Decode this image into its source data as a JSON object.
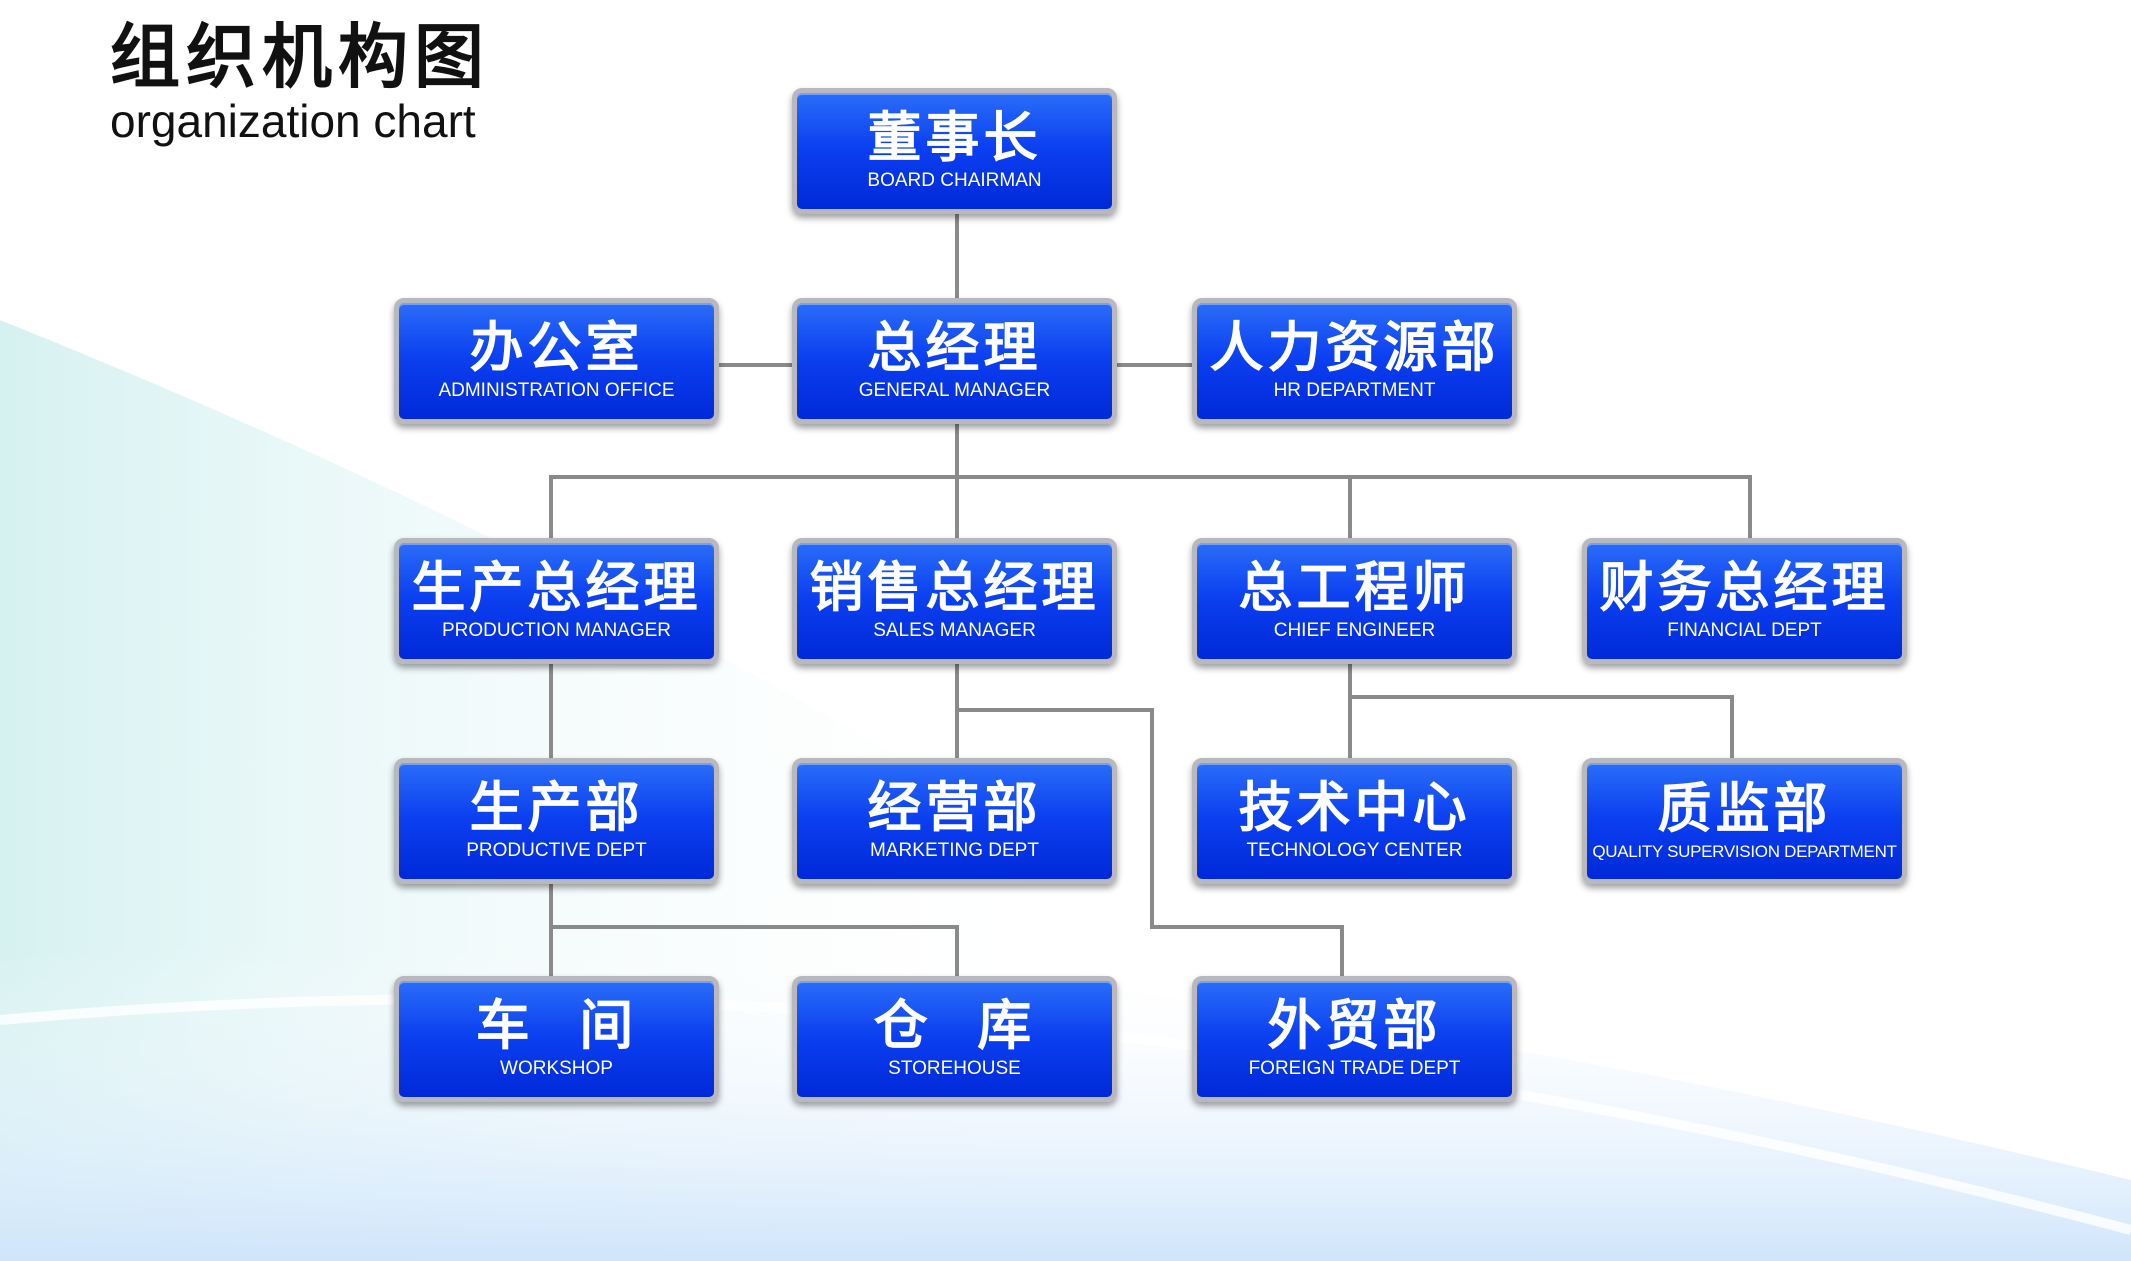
{
  "title": {
    "cn": "组织机构图",
    "en": "organization chart"
  },
  "nodes": {
    "board_chairman": {
      "cn": "董事长",
      "en": "BOARD CHAIRMAN"
    },
    "admin_office": {
      "cn": "办公室",
      "en": "ADMINISTRATION OFFICE"
    },
    "general_manager": {
      "cn": "总经理",
      "en": "GENERAL MANAGER"
    },
    "hr_department": {
      "cn": "人力资源部",
      "en": "HR DEPARTMENT"
    },
    "production_manager": {
      "cn": "生产总经理",
      "en": "PRODUCTION  MANAGER"
    },
    "sales_manager": {
      "cn": "销售总经理",
      "en": "SALES MANAGER"
    },
    "chief_engineer": {
      "cn": "总工程师",
      "en": "CHIEF ENGINEER"
    },
    "financial_dept": {
      "cn": "财务总经理",
      "en": "FINANCIAL DEPT"
    },
    "productive_dept": {
      "cn": "生产部",
      "en": "PRODUCTIVE DEPT"
    },
    "marketing_dept": {
      "cn": "经营部",
      "en": "MARKETING DEPT"
    },
    "technology_center": {
      "cn": "技术中心",
      "en": "TECHNOLOGY CENTER"
    },
    "quality_supervision": {
      "cn": "质监部",
      "en": "QUALITY SUPERVISION DEPARTMENT"
    },
    "workshop": {
      "cn": "车  间",
      "en": "WORKSHOP"
    },
    "storehouse": {
      "cn": "仓  库",
      "en": "STOREHOUSE"
    },
    "foreign_trade": {
      "cn": "外贸部",
      "en": "FOREIGN TRADE DEPT"
    }
  },
  "colors": {
    "node_fill": "#0b3ff0",
    "node_border": "#b9b9bd",
    "connector": "#8a8a8a",
    "text": "#ffffff"
  }
}
